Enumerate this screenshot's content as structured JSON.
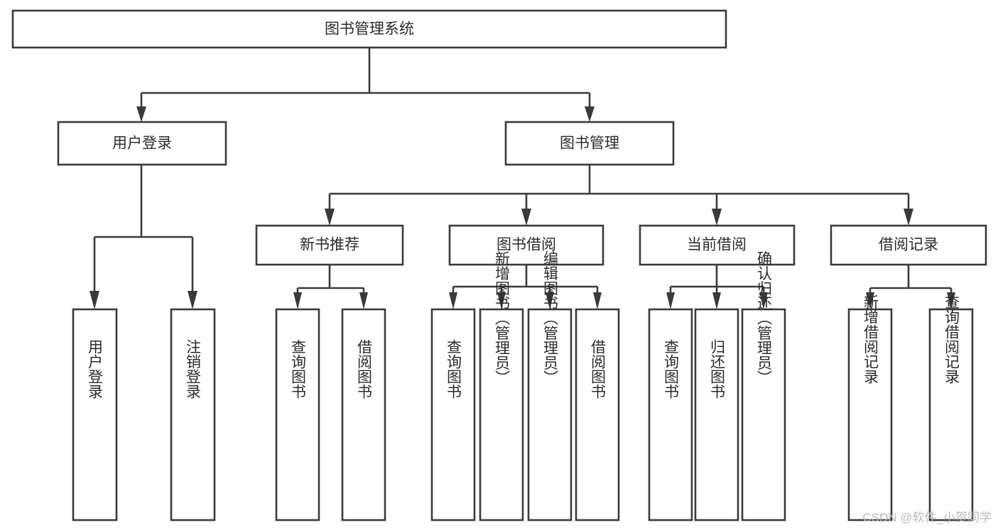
{
  "diagram": {
    "title": "图书管理系统",
    "type": "tree-hierarchy",
    "orientation": "top-down",
    "levels": 4,
    "root": {
      "id": "root",
      "label": "图书管理系统"
    },
    "level2": [
      {
        "id": "user-login",
        "label": "用户登录"
      },
      {
        "id": "book-management",
        "label": "图书管理"
      }
    ],
    "level3": [
      {
        "id": "new-book-recommend",
        "label": "新书推荐",
        "parent": "book-management"
      },
      {
        "id": "book-borrow",
        "label": "图书借阅",
        "parent": "book-management"
      },
      {
        "id": "current-borrow",
        "label": "当前借阅",
        "parent": "book-management"
      },
      {
        "id": "borrow-record",
        "label": "借阅记录",
        "parent": "book-management"
      }
    ],
    "leaves": [
      {
        "id": "leaf-user-login",
        "label": "用户登录",
        "parent": "user-login"
      },
      {
        "id": "leaf-logout-login",
        "label": "注销登录",
        "parent": "user-login"
      },
      {
        "id": "leaf-query-book-1",
        "label": "查询图书",
        "parent": "new-book-recommend"
      },
      {
        "id": "leaf-borrow-book-1",
        "label": "借阅图书",
        "parent": "new-book-recommend"
      },
      {
        "id": "leaf-query-book-2",
        "label": "查询图书",
        "parent": "book-borrow"
      },
      {
        "id": "leaf-add-book",
        "label": "新增图书（管理员）",
        "parent": "book-borrow"
      },
      {
        "id": "leaf-edit-book",
        "label": "编辑图书（管理员）",
        "parent": "book-borrow"
      },
      {
        "id": "leaf-borrow-book-2",
        "label": "借阅图书",
        "parent": "book-borrow"
      },
      {
        "id": "leaf-query-book-3",
        "label": "查询图书",
        "parent": "current-borrow"
      },
      {
        "id": "leaf-return-book",
        "label": "归还图书",
        "parent": "current-borrow"
      },
      {
        "id": "leaf-confirm-return",
        "label": "确认归还（管理员）",
        "parent": "current-borrow"
      },
      {
        "id": "leaf-add-record",
        "label": "新增借阅记录",
        "parent": "borrow-record"
      },
      {
        "id": "leaf-query-record",
        "label": "查询借阅记录",
        "parent": "borrow-record"
      }
    ],
    "colors": {
      "stroke": "#3a3a3a",
      "fill": "#ffffff",
      "text": "#2b2b2b",
      "watermark": "#b9b9b9",
      "background": "#ffffff"
    }
  },
  "watermark": {
    "text": "CSDN @软件_小贺同学"
  }
}
